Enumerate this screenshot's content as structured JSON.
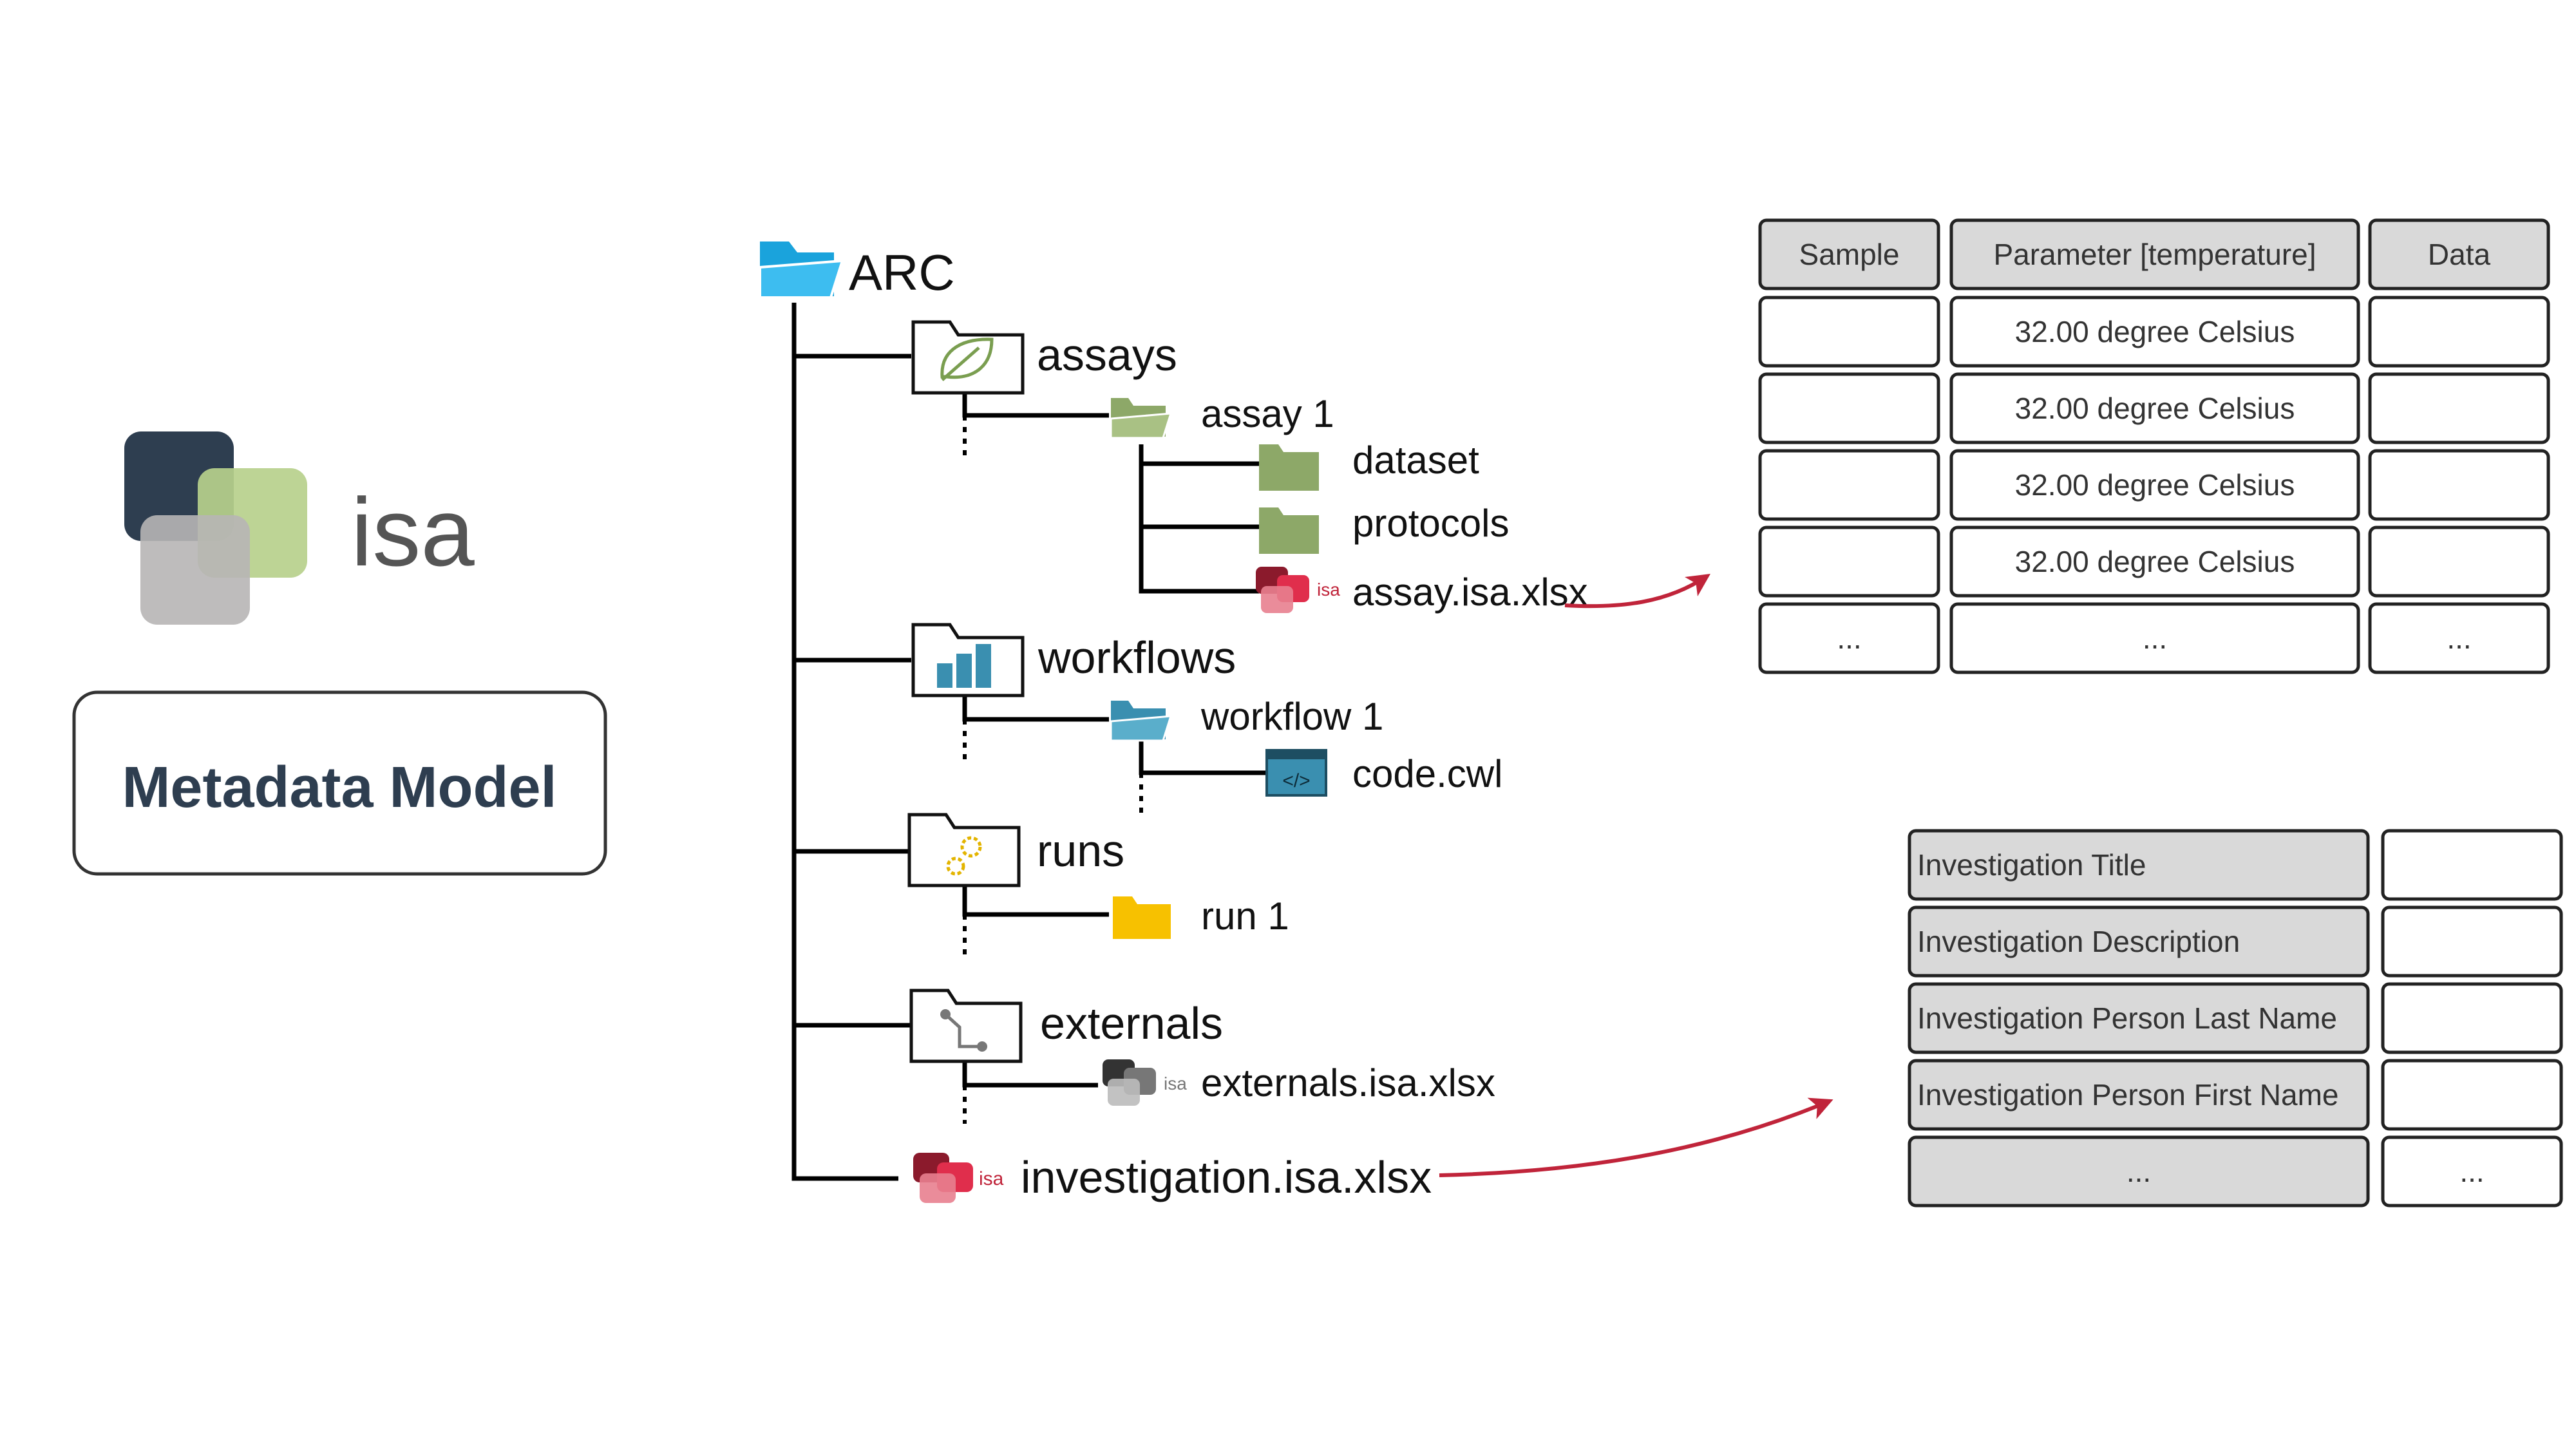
{
  "logo": {
    "text": "isa",
    "colors": {
      "dark": "#2e3e50",
      "green": "#b7d08c",
      "gray": "#b7b5b5"
    }
  },
  "model_box": {
    "label": "Metadata Model"
  },
  "tree": {
    "root": "ARC",
    "assays": {
      "label": "assays",
      "child": "assay 1",
      "items": [
        "dataset",
        "protocols",
        "assay.isa.xlsx"
      ]
    },
    "workflows": {
      "label": "workflows",
      "child": "workflow 1",
      "items": [
        "code.cwl"
      ]
    },
    "runs": {
      "label": "runs",
      "child": "run 1"
    },
    "externals": {
      "label": "externals",
      "items": [
        "externals.isa.xlsx"
      ]
    },
    "investigation": "investigation.isa.xlsx",
    "isa_badge": "isa"
  },
  "assay_table": {
    "headers": [
      "Sample",
      "Parameter [temperature]",
      "Data"
    ],
    "rows": [
      [
        "",
        "32.00 degree Celsius",
        ""
      ],
      [
        "",
        "32.00 degree Celsius",
        ""
      ],
      [
        "",
        "32.00 degree Celsius",
        ""
      ],
      [
        "",
        "32.00 degree Celsius",
        ""
      ],
      [
        "...",
        "...",
        "..."
      ]
    ]
  },
  "investigation_table": {
    "rows": [
      [
        "Investigation Title",
        ""
      ],
      [
        "Investigation Description",
        ""
      ],
      [
        "Investigation Person Last Name",
        ""
      ],
      [
        "Investigation Person First Name",
        ""
      ],
      [
        "...",
        "..."
      ]
    ]
  },
  "colors": {
    "arrow": "#c0243a",
    "header_fill": "#d9d9d9",
    "folder_blue": "#1aa3dc",
    "folder_green": "#8da868",
    "folder_teal": "#3a8fb0",
    "folder_yellow": "#f7c100",
    "isa_red": "#c0243a"
  }
}
